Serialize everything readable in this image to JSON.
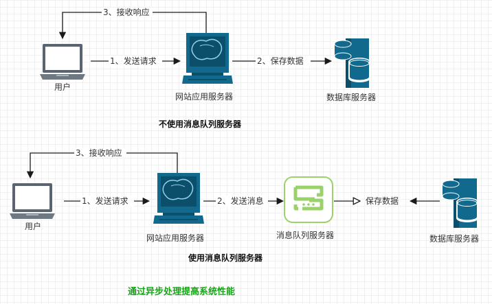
{
  "top": {
    "user_label": "用户",
    "web_label": "网站应用服务器",
    "db_label": "数据库服务器",
    "request_label": "1、发送请求",
    "save_label": "2、保存数据",
    "response_label": "3、接收响应",
    "title": "不使用消息队列服务器"
  },
  "bottom": {
    "user_label": "用户",
    "web_label": "网站应用服务器",
    "mq_label": "消息队列服务器",
    "db_label": "数据库服务器",
    "request_label": "1、发送请求",
    "send_msg_label": "2、发送消息",
    "save_label": "保存数据",
    "response_label": "3、接收响应",
    "title": "使用消息队列服务器"
  },
  "footer": "通过异步处理提高系统性能",
  "colors": {
    "server_blue": "#11698e",
    "server_dark": "#0b4f6b",
    "mq_green": "#9ad26a",
    "footer_green": "#1aa31a"
  },
  "icons": [
    "laptop-icon",
    "desktop-server-icon",
    "database-server-icon",
    "message-queue-icon"
  ]
}
